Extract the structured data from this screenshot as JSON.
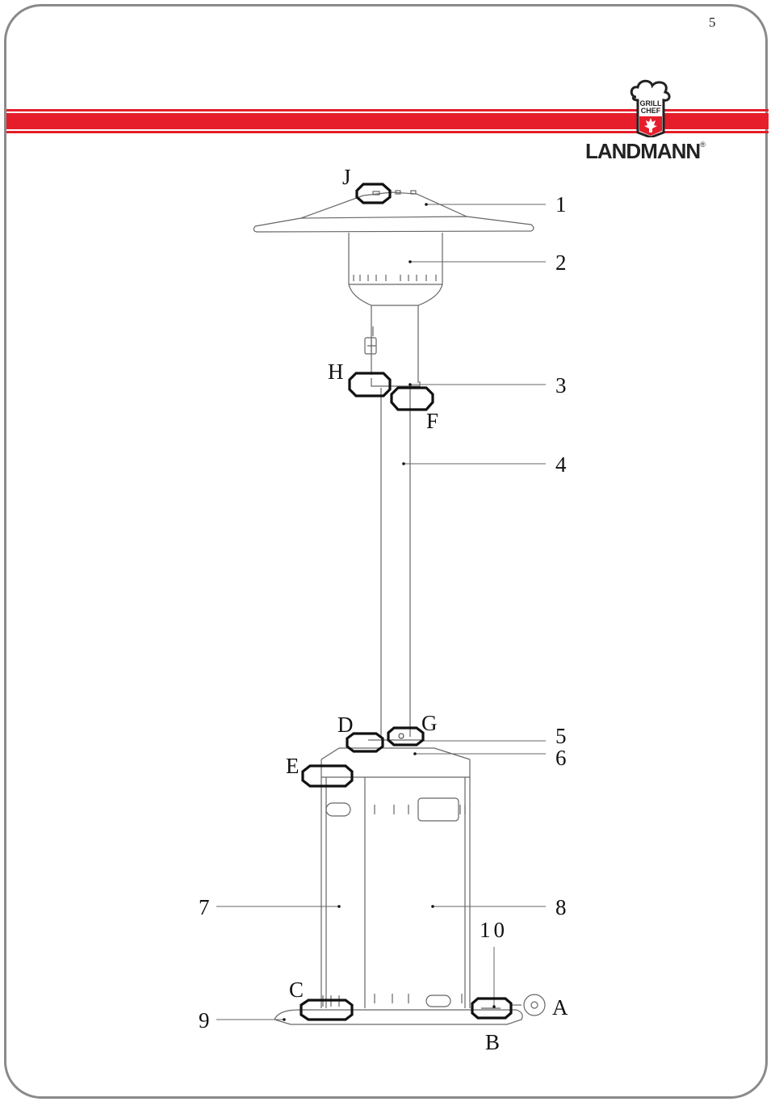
{
  "page_number": "5",
  "brand": {
    "name": "LANDMANN",
    "reg_mark": "®",
    "logo_text_1": "GRILL",
    "logo_text_2": "CHEF"
  },
  "colors": {
    "band": "#e61e2b",
    "frame": "#8a8a8a",
    "line": "#555555"
  },
  "part_numbers": [
    "1",
    "2",
    "3",
    "4",
    "5",
    "6",
    "7",
    "8",
    "9",
    "10"
  ],
  "connection_letters": [
    "A",
    "B",
    "C",
    "D",
    "E",
    "F",
    "G",
    "H",
    "J"
  ]
}
